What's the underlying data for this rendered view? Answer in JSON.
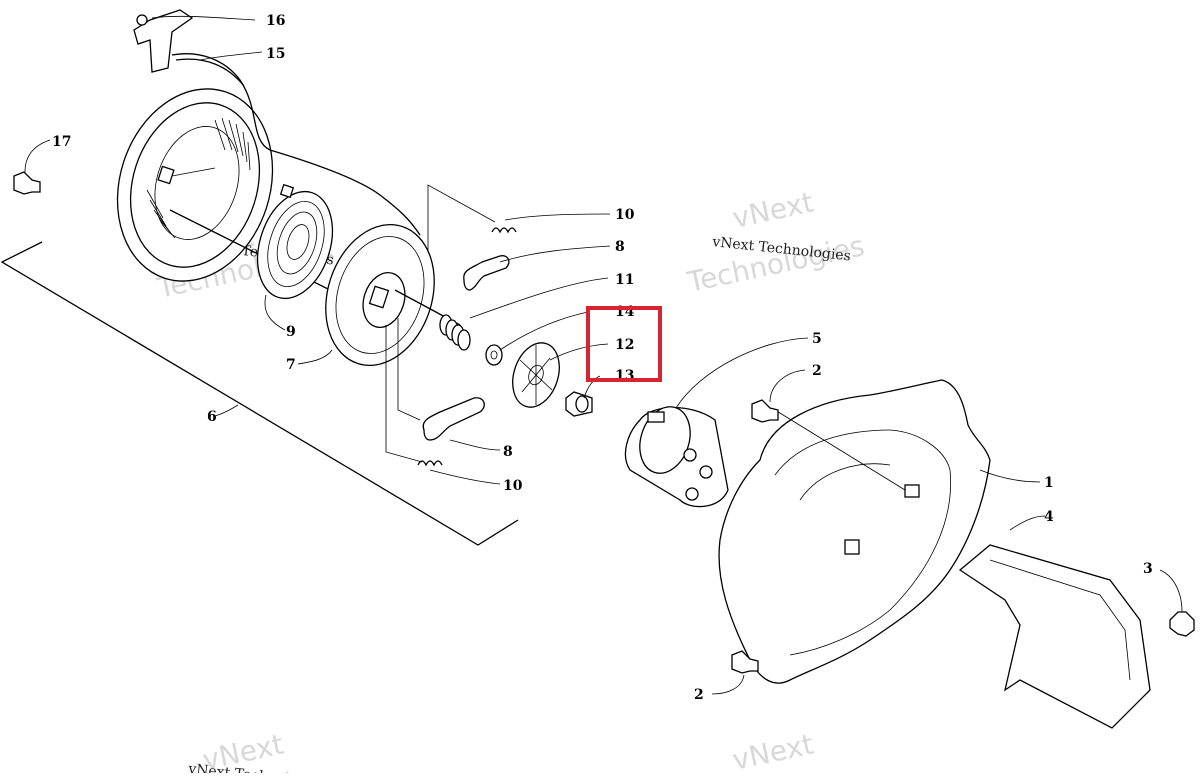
{
  "diagram": {
    "callouts": [
      "16",
      "15",
      "17",
      "10",
      "8",
      "11",
      "14",
      "12",
      "13",
      "5",
      "2",
      "9",
      "7",
      "6",
      "8",
      "10",
      "1",
      "4",
      "3",
      "2"
    ],
    "watermark_text": "vNext Technologies",
    "watermark_line1": "vNext",
    "watermark_line2": "Technologies",
    "highlight_color": "#d9232e"
  }
}
